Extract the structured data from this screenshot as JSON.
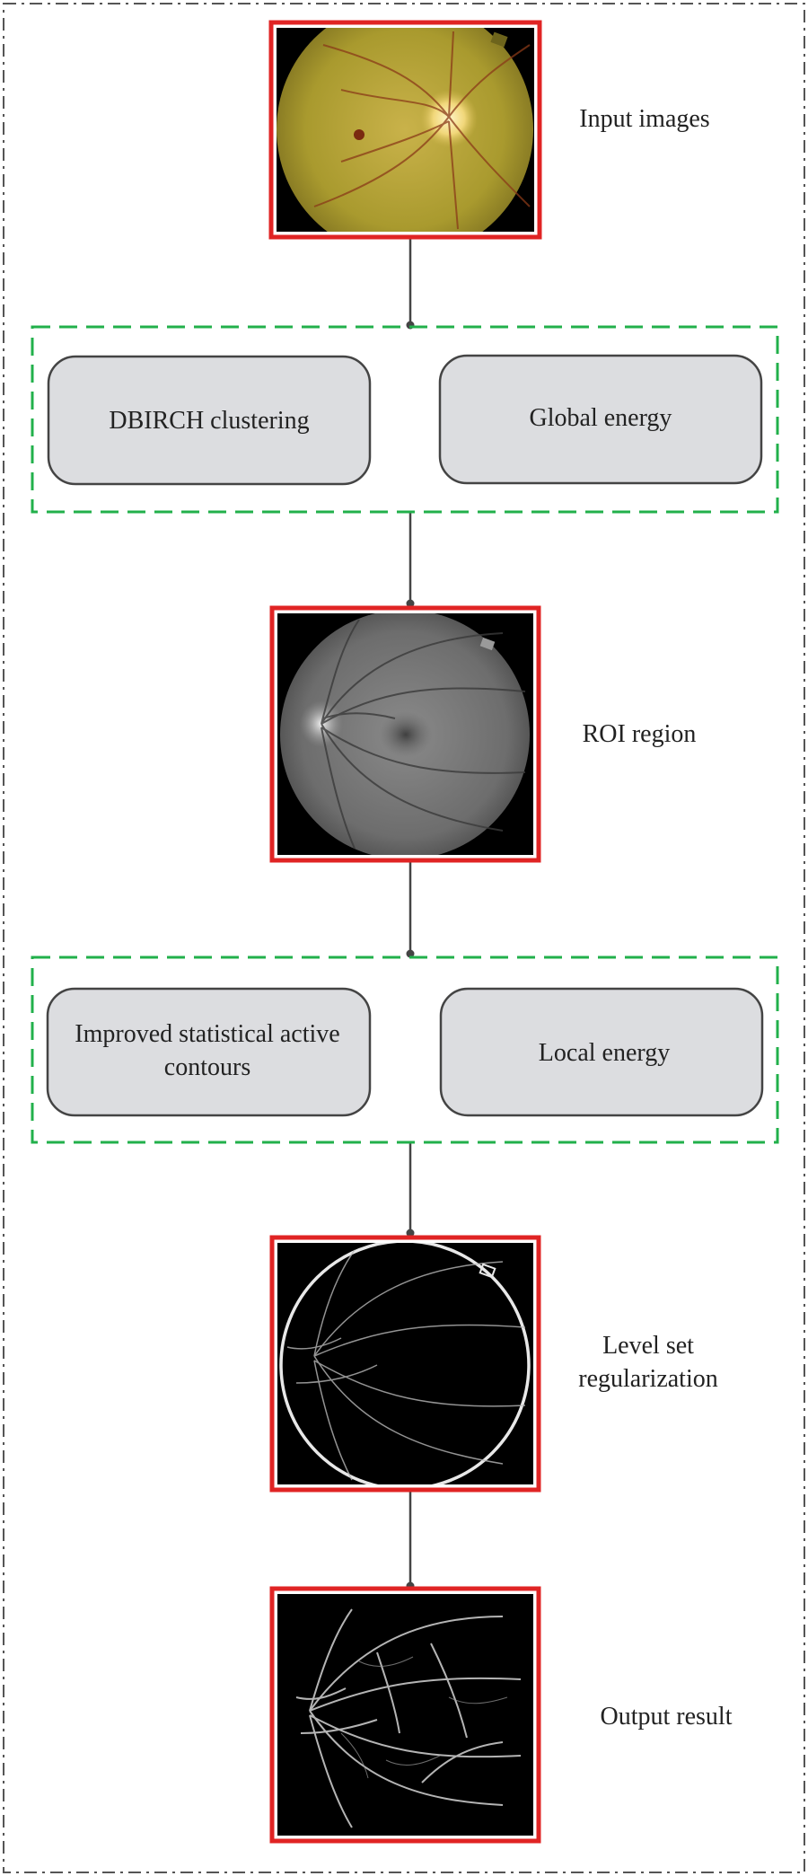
{
  "steps": {
    "input_label": "Input images",
    "roi_label": "ROI region",
    "levelset_label_1": "Level set",
    "levelset_label_2": "regularization",
    "output_label": "Output result"
  },
  "group1": {
    "left_box": "DBIRCH clustering",
    "right_box": "Global energy"
  },
  "group2": {
    "left_box_line1": "Improved statistical active",
    "left_box_line2": "contours",
    "right_box": "Local energy"
  },
  "colors": {
    "image_frame": "#e02424",
    "group_border": "#22b04b",
    "box_fill": "#dcdde0",
    "box_stroke": "#444444",
    "connector": "#444444",
    "outer_border": "#555555"
  }
}
